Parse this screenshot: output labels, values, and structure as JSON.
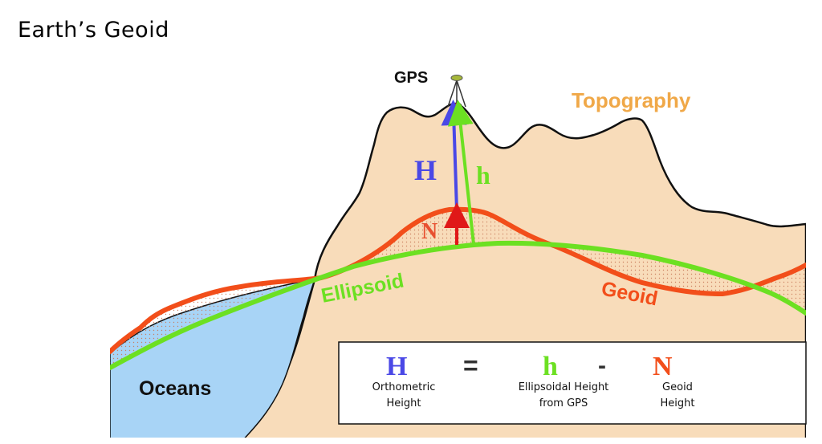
{
  "page": {
    "title": "Earth’s Geoid"
  },
  "diagram": {
    "labels": {
      "gps": "GPS",
      "topography": "Topography",
      "H": "H",
      "h": "h",
      "N": "N",
      "ellipsoid": "Ellipsoid",
      "geoid": "Geoid",
      "oceans": "Oceans"
    },
    "legend": {
      "H_symbol": "H",
      "equals": "=",
      "h_symbol": "h",
      "minus": "-",
      "N_symbol": "N",
      "H_caption_line1": "Orthometric",
      "H_caption_line2": "Height",
      "h_caption_line1": "Ellipsoidal Height",
      "h_caption_line2": "from GPS",
      "N_caption_line1": "Geoid",
      "N_caption_line2": "Height"
    },
    "colors": {
      "topography": "#F8DCBA",
      "topography_label": "#F0A848",
      "ocean": "#A8D4F6",
      "ellipsoid": "#6CE022",
      "geoid": "#F24E1A",
      "orthometric": "#4A48E6",
      "geoid_height": "#E01818",
      "outline": "#111111"
    }
  }
}
